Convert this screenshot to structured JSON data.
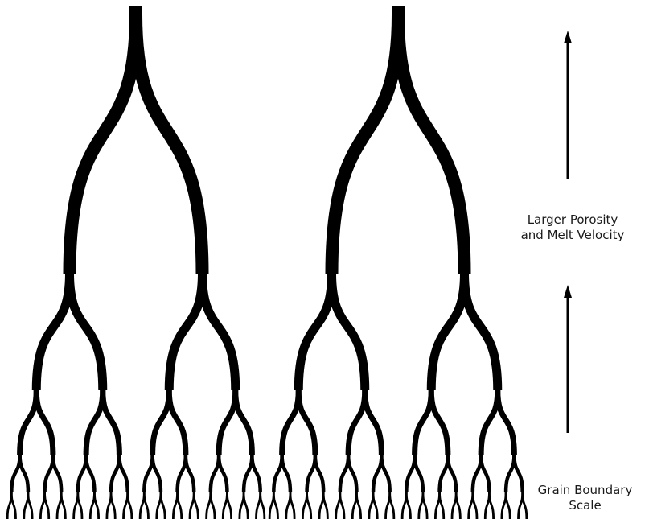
{
  "labels": {
    "porosity_line1": "Larger Porosity",
    "porosity_line2": "and Melt Velocity",
    "grain_line1": "Grain Boundary",
    "grain_line2": "Scale"
  },
  "diagram": {
    "tree_count": 2,
    "branching_levels": 5,
    "arrow_count": 2,
    "arrow_direction": "up",
    "stroke_color": "#000000"
  }
}
